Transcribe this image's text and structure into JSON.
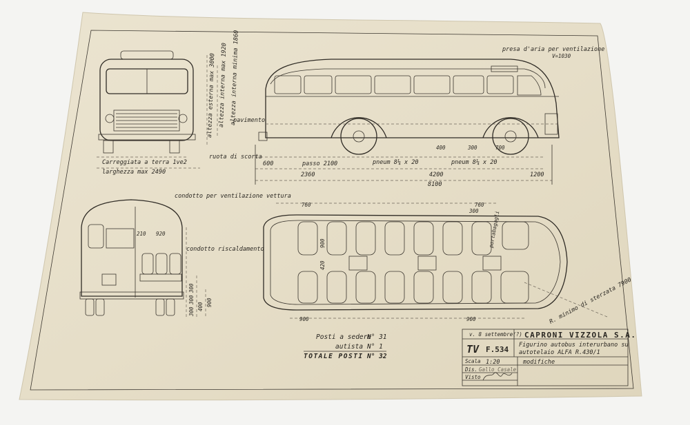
{
  "front_view": {
    "label_height_ext": "altezza esterna max 3000",
    "label_height_int": "altezza interna max 1920",
    "label_height_min": "altezza interna minima 1860",
    "label_track": "Carreggiata a terra 1ve2",
    "label_width": "larghezza max 2490"
  },
  "side_view": {
    "label_air_intake": "presa d'aria per ventilazione",
    "label_air_intake_note": "V=1030",
    "label_floor": "pavimento",
    "label_spare_wheel": "ruota di scorta",
    "label_tyre_front": "pneum 8¼ x 20",
    "label_tyre_rear": "pneum 8¼ x 20",
    "dims": {
      "front_overhang": "600",
      "wheel_step": "passo 2100",
      "front_span": "2360",
      "wheelbase": "4200",
      "rear_overhang": "1200",
      "total_length": "8100",
      "rear_a": "400",
      "rear_b": "300",
      "rear_c": "700"
    }
  },
  "rear_view": {
    "label_vent_duct": "condotto per ventilazione vettura",
    "label_heat_duct": "condotto riscaldamento",
    "dims": {
      "seat_a": "210",
      "seat_b": "920",
      "h1": "300",
      "h2": "300",
      "h3": "300",
      "h4": "400",
      "h5": "900"
    }
  },
  "plan_view": {
    "label_turning_radius": "R. minimo di sterzata 7900",
    "label_luggage": "portabagagli",
    "dims": {
      "top_left": "760",
      "top_right": "760",
      "top_mid": "300",
      "side_a": "900",
      "side_b": "420",
      "bottom_left": "900",
      "bottom_right": "900"
    }
  },
  "seats_summary": {
    "row1_label": "Posti a sedere",
    "row1_value": "N° 31",
    "row2_label": "autista",
    "row2_value": "N° 1",
    "row3_label": "TOTALE POSTI",
    "row3_value": "N° 32"
  },
  "title_block": {
    "date": "v. 8 settembre(?)",
    "company": "CAPRONI VIZZOLA S.A.",
    "logo": "TV",
    "drawing_no": "F.534",
    "description_1": "Figurino autobus interurbano su",
    "description_2": "autotelaio ALFA R.430/1",
    "scale_label": "Scala",
    "scale_value": "1:20",
    "dis_label": "Dis.",
    "dis_value": "Gallo Casale",
    "visto_label": "Visto",
    "visto_value": "Signature",
    "changes_label": "modifiche"
  }
}
